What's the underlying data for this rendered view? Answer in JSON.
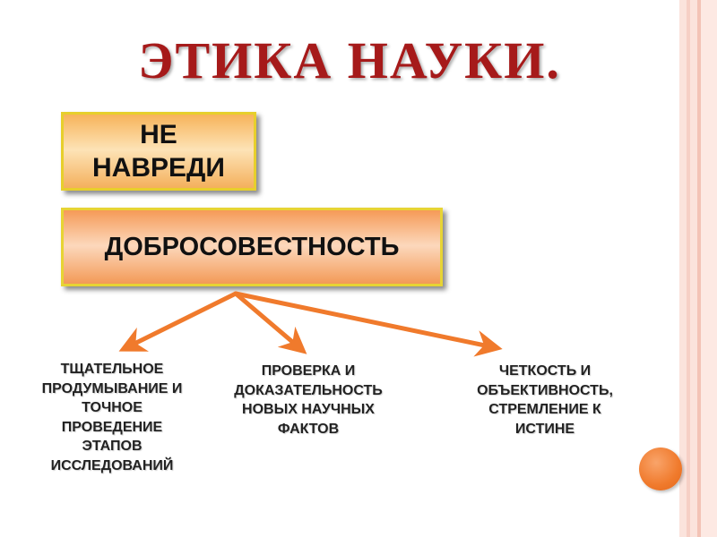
{
  "title": "ЭТИКА НАУКИ.",
  "nodes": {
    "do_no_harm": [
      "НЕ",
      "НАВРЕДИ"
    ],
    "integrity": "ДОБРОСОВЕСТНОСТЬ"
  },
  "branches": [
    {
      "lines": [
        "ТЩАТЕЛЬНОЕ",
        "ПРОДУМЫВАНИЕ И",
        "ТОЧНОЕ",
        "ПРОВЕДЕНИЕ",
        "ЭТАПОВ",
        "ИССЛЕДОВАНИЙ"
      ]
    },
    {
      "lines": [
        "ПРОВЕРКА И",
        "ДОКАЗАТЕЛЬНОСТЬ",
        "НОВЫХ НАУЧНЫХ",
        "ФАКТОВ"
      ]
    },
    {
      "lines": [
        "ЧЕТКОСТЬ И",
        "ОБЪЕКТИВНОСТЬ,",
        "СТРЕМЛЕНИЕ К",
        "ИСТИНЕ"
      ]
    }
  ],
  "colors": {
    "title": "#a61a1a",
    "arrow": "#f07a2c",
    "box_border": "#e7d434"
  }
}
